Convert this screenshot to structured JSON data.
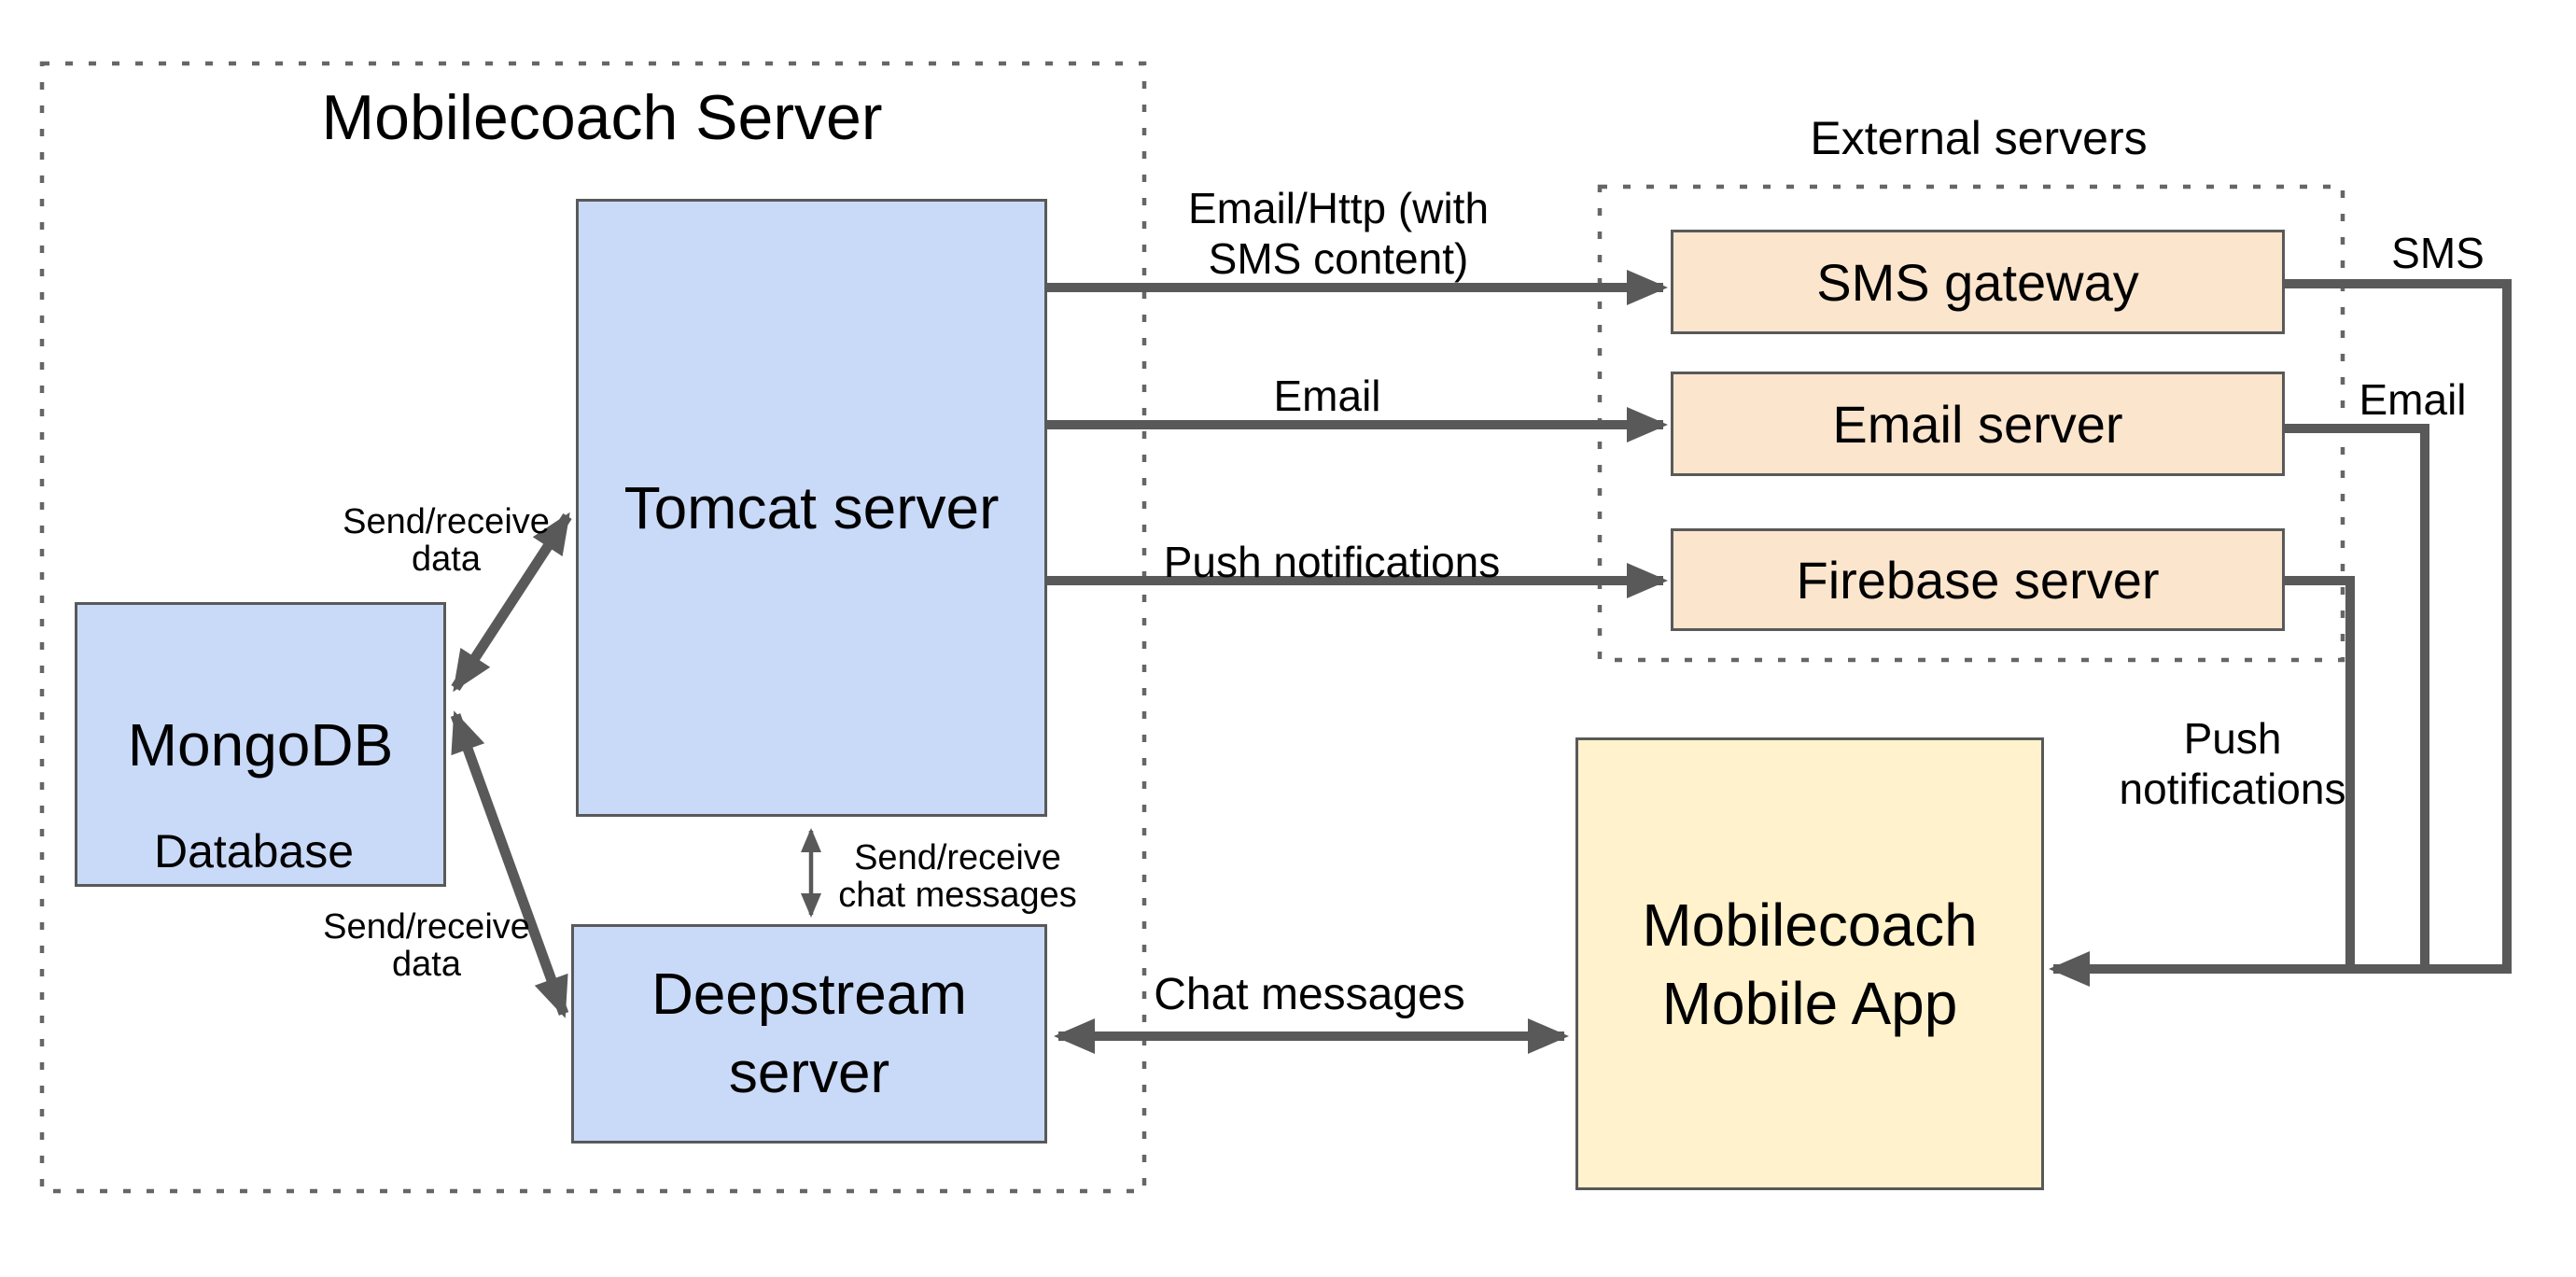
{
  "server_group": {
    "title": "Mobilecoach Server"
  },
  "external_group": {
    "title": "External servers"
  },
  "nodes": {
    "tomcat": "Tomcat server",
    "mongodb": "MongoDB",
    "database_caption": "Database",
    "deepstream_line1": "Deepstream",
    "deepstream_line2": "server",
    "sms_gateway": "SMS gateway",
    "email_server": "Email server",
    "firebase_server": "Firebase server",
    "app_line1": "Mobilecoach",
    "app_line2": "Mobile App"
  },
  "edge_labels": {
    "email_http_line1": "Email/Http (with",
    "email_http_line2": "SMS content)",
    "email_to_server": "Email",
    "push_to_firebase": "Push notifications",
    "sms_out": "SMS",
    "email_out": "Email",
    "push_out_line1": "Push",
    "push_out_line2": "notifications",
    "chat": "Chat messages",
    "sr_data_top_line1": "Send/receive",
    "sr_data_top_line2": "data",
    "sr_data_bottom_line1": "Send/receive",
    "sr_data_bottom_line2": "data",
    "sr_chat_line1": "Send/receive",
    "sr_chat_line2": "chat messages"
  },
  "colors": {
    "blue_fill": "#c9daf8",
    "orange_fill": "#fce5cd",
    "yellow_fill": "#fff2cc",
    "border": "#595959",
    "arrow": "#595959",
    "dotted": "#666666"
  }
}
